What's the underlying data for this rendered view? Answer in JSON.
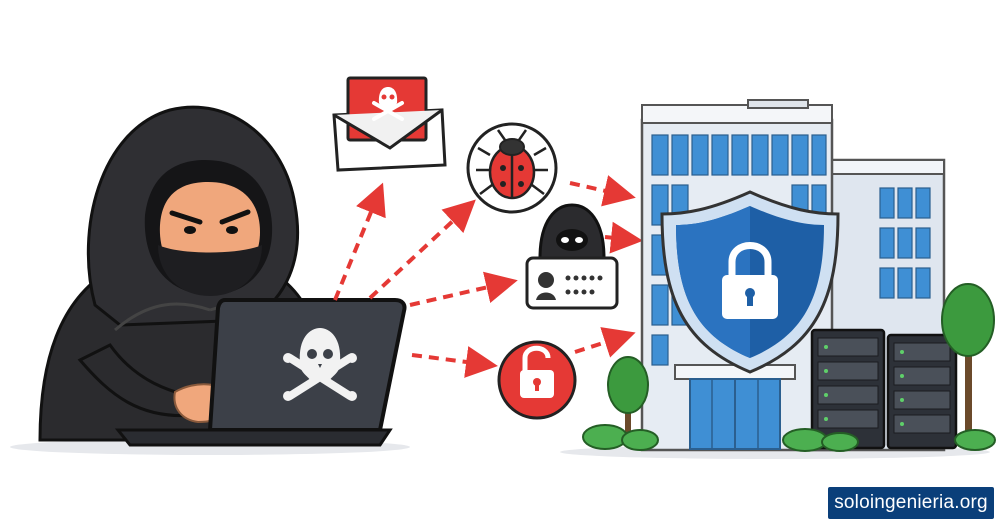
{
  "watermark": {
    "part1": "solo",
    "part2": "ingenieria",
    "part3": ".org"
  },
  "colors": {
    "threat_red": "#e53935",
    "shield_blue": "#1e5fa6",
    "building_glass": "#3f8fd4",
    "hacker_dark": "#2b2b2e",
    "skin": "#f0a77c",
    "tree_green": "#3c9a3e",
    "watermark_bg": "#0a3f7a"
  },
  "icons": [
    "hacker-figure",
    "laptop-icon",
    "skull-crossbones-icon",
    "phishing-email-icon",
    "malware-bug-icon",
    "identity-theft-icon",
    "unlocked-padlock-icon",
    "office-building",
    "security-shield-icon",
    "padlock-icon",
    "server-rack-icon",
    "tree-icon"
  ]
}
